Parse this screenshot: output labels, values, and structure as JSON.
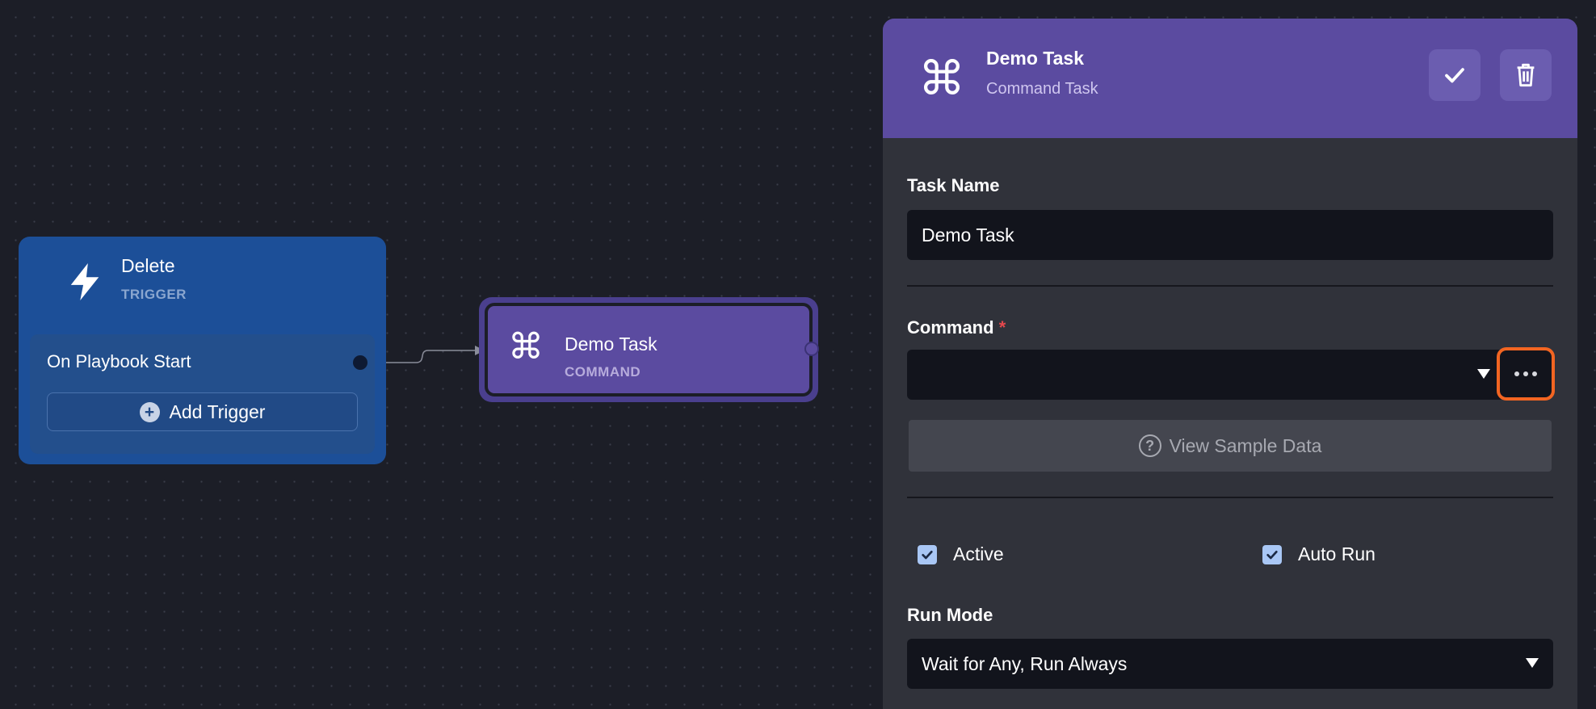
{
  "canvas": {
    "trigger_node": {
      "title": "Delete",
      "type": "TRIGGER",
      "event_label": "On Playbook Start",
      "add_trigger_label": "Add Trigger",
      "icon": "lightning-bolt-icon"
    },
    "command_node": {
      "title": "Demo Task",
      "type": "COMMAND",
      "icon": "command-key-icon"
    }
  },
  "panel": {
    "header": {
      "title": "Demo Task",
      "subtitle": "Command Task",
      "icon": "command-key-icon",
      "actions": [
        "check-icon",
        "trash-icon"
      ]
    },
    "task_name": {
      "label": "Task Name",
      "value": "Demo Task"
    },
    "command": {
      "label": "Command",
      "required_mark": "*",
      "value": ""
    },
    "view_sample_data_label": "View Sample Data",
    "active": {
      "label": "Active",
      "checked": true
    },
    "auto_run": {
      "label": "Auto Run",
      "checked": true
    },
    "run_mode": {
      "label": "Run Mode",
      "value": "Wait for Any, Run Always"
    }
  },
  "colors": {
    "canvas_bg": "#1c1e27",
    "trigger_node": "#1c4f98",
    "command_node": "#5b4ba0",
    "panel_bg": "#30323a",
    "highlight": "#f26522"
  }
}
